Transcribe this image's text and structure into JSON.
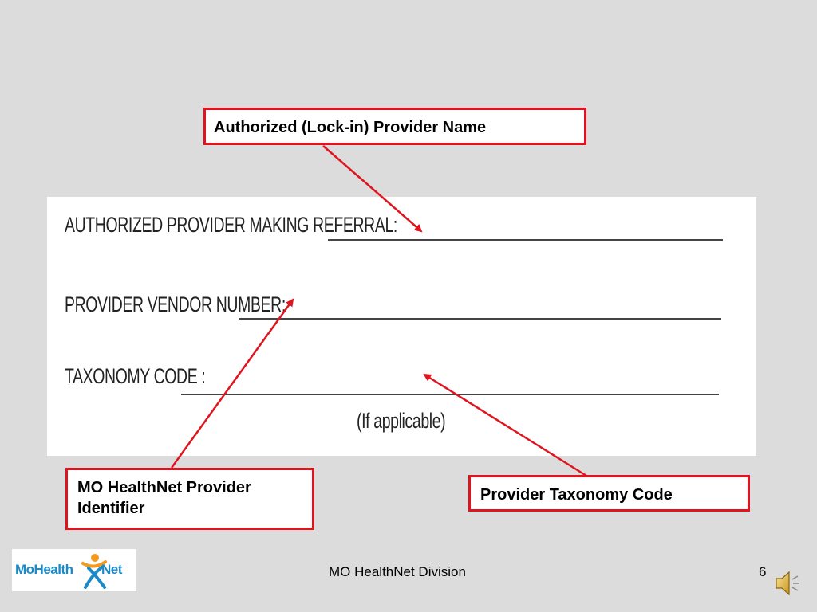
{
  "callouts": {
    "provider_name": "Authorized (Lock-in) Provider Name",
    "provider_identifier": "MO HealthNet Provider Identifier",
    "taxonomy_code": "Provider Taxonomy Code"
  },
  "form": {
    "field_1": "AUTHORIZED PROVIDER MAKING REFERRAL:",
    "field_2": "PROVIDER VENDOR NUMBER:",
    "field_3": "TAXONOMY CODE :",
    "note": "(If applicable)"
  },
  "footer": {
    "division": "MO HealthNet Division",
    "page_number": "6"
  },
  "logo": {
    "text_left": "MoHealth",
    "text_right": "Net"
  },
  "colors": {
    "accent_red": "#e0141e",
    "logo_blue": "#1a8ac9",
    "logo_orange": "#f39a1e",
    "background": "#dcdcdc"
  },
  "icons": {
    "speaker": "speaker-icon",
    "logo": "mohealthnet-logo"
  }
}
